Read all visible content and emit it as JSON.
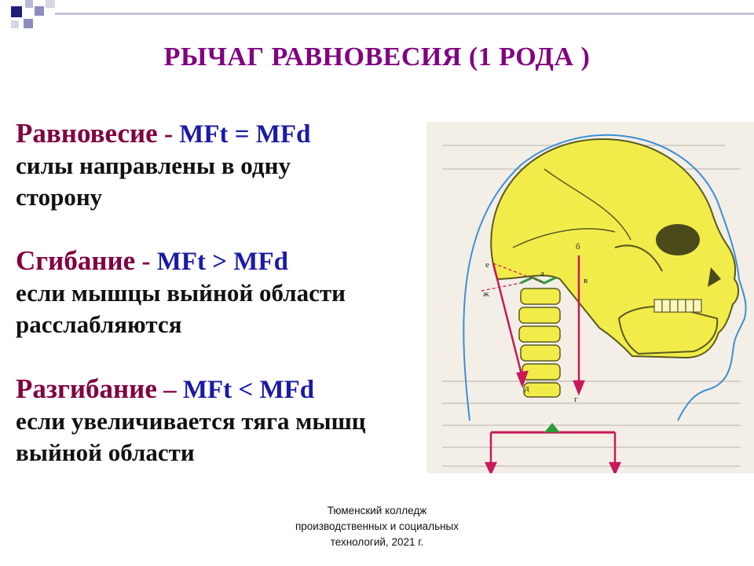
{
  "title": "РЫЧАГ РАВНОВЕСИЯ (1 РОДА )",
  "sections": [
    {
      "term": "Равновесие",
      "dash": " - ",
      "formula": "MFt = MFd",
      "desc": [
        "силы направлены в одну",
        "сторону"
      ]
    },
    {
      "term": "Сгибание",
      "dash": " - ",
      "formula": "MFt > MFd",
      "desc": [
        "если мышцы выйной области",
        "расслабляются"
      ]
    },
    {
      "term": "Разгибание",
      "dash": " – ",
      "formula": "MFt <  MFd",
      "desc": [
        "если увеличивается тяга мышц",
        "выйной области"
      ]
    }
  ],
  "figure": {
    "labels": {
      "a": "а",
      "b": "б",
      "v": "в",
      "g": "г",
      "d": "д",
      "e": "е",
      "zh": "ж"
    }
  },
  "footer": [
    "Тюменский колледж",
    "производственных и социальных",
    "технологий, 2021 г."
  ],
  "colors": {
    "title": "#800080",
    "term": "#800040",
    "formula": "#1a1aa6",
    "skull": "#f2ec4a",
    "arrow": "#c8185a",
    "fulcrum": "#2e9a3a"
  }
}
